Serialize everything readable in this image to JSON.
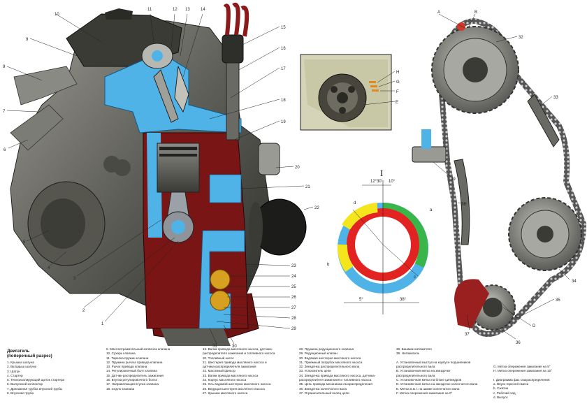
{
  "title": {
    "line1": "Двигатель",
    "line2": "(поперечный разрез)"
  },
  "callouts": [
    "1",
    "2",
    "3",
    "4",
    "5",
    "6",
    "7",
    "8",
    "9",
    "10",
    "11",
    "12",
    "13",
    "14",
    "15",
    "16",
    "17",
    "18",
    "19",
    "20",
    "21",
    "22",
    "23",
    "24",
    "25",
    "26",
    "27",
    "28",
    "29",
    "30",
    "31",
    "32",
    "33",
    "34",
    "35",
    "36",
    "37",
    "38",
    "39"
  ],
  "letter_callouts": [
    "A",
    "B",
    "C",
    "D",
    "E",
    "F",
    "G",
    "H"
  ],
  "timing_diagram": {
    "roman": "I",
    "angle_top_left": "12°30'",
    "angle_top_right": "10°",
    "angle_bottom_left": "5°",
    "angle_bottom_right": "38°",
    "arc_labels": [
      "a",
      "b",
      "c",
      "d"
    ],
    "colors": {
      "blue": "#4fb3e8",
      "green": "#3ab54a",
      "red": "#e32222",
      "yellow": "#f4e51c"
    }
  },
  "legend": {
    "col1": [
      "1. Крышка шатуна",
      "2. Вкладыш шатуна",
      "3. Шатун",
      "4. Стартер",
      "5. Теплоизолирующий щиток стартера",
      "6. Выпускной коллектор",
      "7. Дренажная трубка впускной трубы",
      "8. Впускная труба"
    ],
    "col2": [
      "9. Маслоотражательный колпачок клапана",
      "10. Сухарь клапана",
      "11. Тарелка пружин клапана",
      "12. Пружина рычага привода клапана",
      "13. Рычаг привода клапана",
      "14. Регулировочный болт клапана",
      "15. Датчик-распределитель зажигания",
      "16. Втулка регулировочного болта",
      "17. Направляющая втулка клапана",
      "18. Седло клапана"
    ],
    "col3": [
      "19. Валик привода масляного насоса, датчика-",
      "распределителя зажигания и топливного насоса",
      "20. Топливный насос",
      "21. Шестерня привода масляного насоса и",
      "датчика-распределителя зажигания",
      "22. Масляный фильтр",
      "23. Валик привода масляного насоса",
      "24. Корпус масляного насоса",
      "25. Ось ведомой шестерни масляного насоса",
      "26. Ведущая шестерня масляного насоса",
      "27. Крышка масляного насоса"
    ],
    "col4": [
      "28. Пружина редукционного клапана",
      "29. Редукционный клапан",
      "30. Ведомая шестерня масляного насоса",
      "31. Приемный патрубок масляного насоса",
      "32. Звездочка распределительного вала",
      "33. Успокоитель цепи",
      "34. Звездочка привода масляного насоса, датчика-",
      "распределителя зажигания и топливного насоса",
      "35. Цепь привода механизма газораспределения",
      "36. Звездочка коленчатого вала",
      "37. Ограничительный палец цепи"
    ],
    "col5": [
      "38. Башмак натяжителя",
      "39. Натяжитель",
      "",
      "A. Установочный выступ на корпусе подшипников",
      "распределительного вала",
      "B. Установочная метка на звездочке",
      "распределительного вала",
      "C. Установочная метка на блоке цилиндров",
      "D. Установочная метка на звездочке коленчатого вала",
      "E. Метка в.м.т. на шкиве коленчатого вала",
      "F. Метка опережения зажигания на 0°"
    ],
    "col6": [
      "G. Метка опережения зажигания на 5°",
      "H. Метка опережения зажигания на 10°",
      "",
      "I. Диаграмма фаз газораспределения:",
      "a. Впуск горючей смеси",
      "b. Сжатие",
      "c. Рабочий ход",
      "d. Выпуск"
    ]
  }
}
